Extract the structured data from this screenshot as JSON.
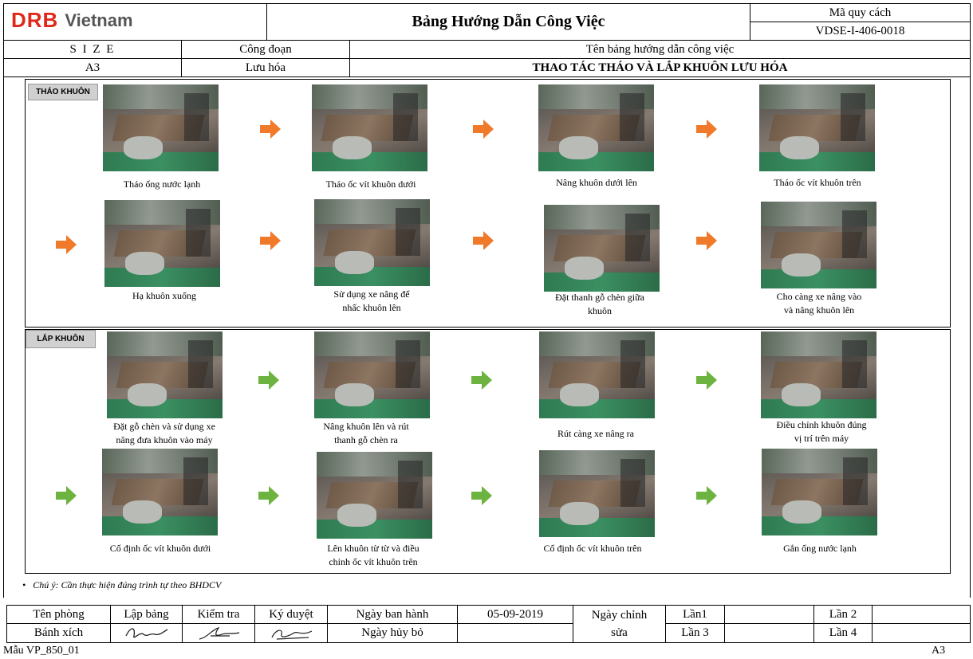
{
  "header": {
    "logo_brand": "DRB",
    "logo_suffix": "Vietnam",
    "title": "Bảng Hướng Dẫn Công Việc",
    "spec_label": "Mã quy cách",
    "spec_value": "VDSE-I-406-0018",
    "size_label": "S I Z E",
    "size_value": "A3",
    "stage_label": "Công đoạn",
    "stage_value": "Lưu hóa",
    "guide_name_label": "Tên bảng hướng dẫn công việc",
    "guide_name_value": "THAO TÁC THÁO VÀ LẮP KHUÔN LƯU HÓA"
  },
  "sections": [
    {
      "tag": "THÁO KHUÔN",
      "arrow_color": "#f07a2a",
      "steps": [
        "Tháo ống nước lạnh",
        "Tháo ốc vít khuôn dưới",
        "Nâng khuôn dưới lên",
        "Tháo ốc vít khuôn trên",
        "Hạ khuôn xuống",
        "Sử dụng xe nâng để\nnhấc khuôn lên",
        "Đặt thanh gỗ chèn giữa\nkhuôn",
        "Cho càng xe nâng vào\nvà nâng khuôn lên"
      ]
    },
    {
      "tag": "LẮP KHUÔN",
      "arrow_color": "#6db33f",
      "steps": [
        "Đặt gỗ chèn và sử dụng xe\nnâng đưa khuôn vào máy",
        "Nâng khuôn lên và rút\nthanh gỗ chèn ra",
        "Rút càng xe nâng ra",
        "Điều chỉnh khuôn đúng\nvị trí trên máy",
        "Cố định ốc vít khuôn dưới",
        "Lên khuôn từ  từ và điều\nchỉnh ốc vít khuôn trên",
        "Cố định ốc vít khuôn trên",
        "Gắn ống nước lạnh"
      ]
    }
  ],
  "note": "Chú ý: Cần thực hiện đúng trình tự theo BHDCV",
  "footer": {
    "dept_label": "Tên phòng",
    "dept_value": "Bánh xích",
    "prepared_label": "Lập bảng",
    "checked_label": "Kiểm tra",
    "approved_label": "Ký duyệt",
    "issue_date_label": "Ngày ban hành",
    "issue_date_value": "05-09-2019",
    "cancel_date_label": "Ngày hủy bỏ",
    "revision_label": "Ngày chỉnh\nsửa",
    "rev1": "Lần1",
    "rev2": "Lần 2",
    "rev3": "Lần 3",
    "rev4": "Lần 4",
    "form_code": "Mẫu VP_850_01",
    "paper_size": "A3"
  }
}
